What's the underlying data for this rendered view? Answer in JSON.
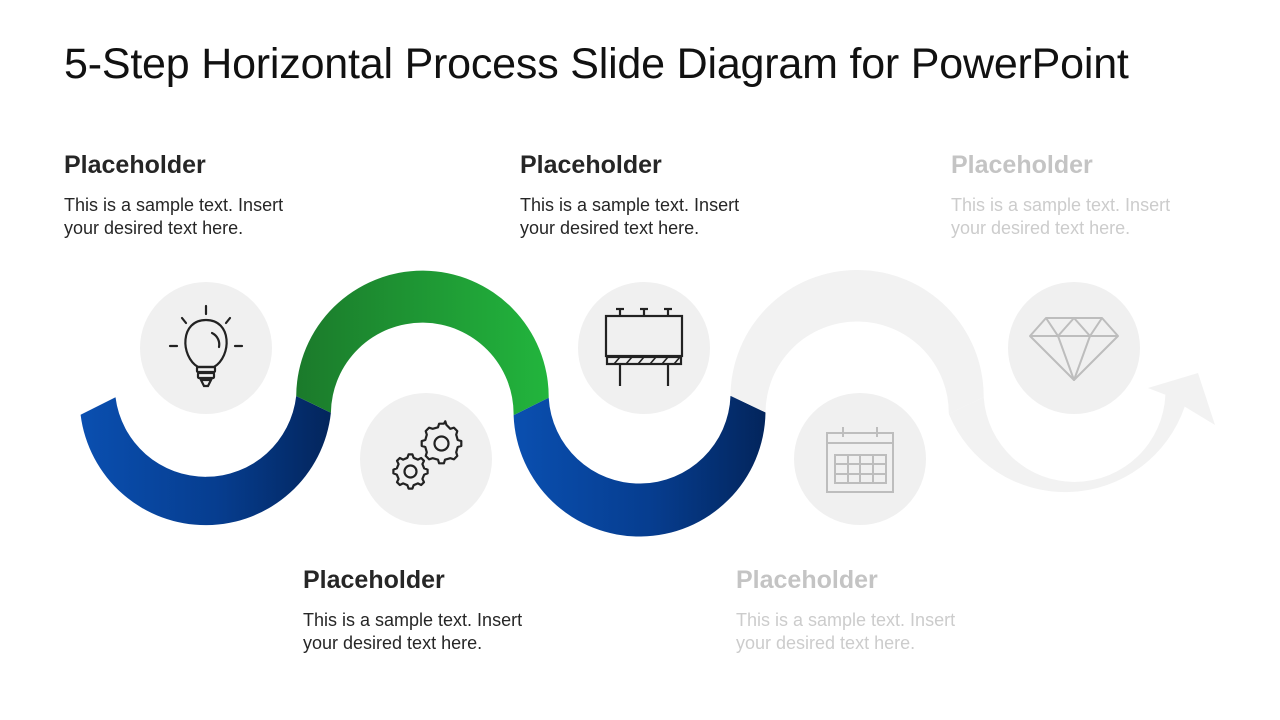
{
  "title": "5-Step Horizontal Process Slide Diagram for PowerPoint",
  "colors": {
    "blue_light": "#0a4fb0",
    "blue_dark": "#03255c",
    "green_dark": "#1b7a2b",
    "green_light": "#22b53d",
    "inactive_track": "#f2f2f2",
    "icon_circle": "#f0f0f0"
  },
  "steps": [
    {
      "heading": "Placeholder",
      "body": "This is a sample text. Insert your desired text here.",
      "icon": "lightbulb-icon",
      "state": "active"
    },
    {
      "heading": "Placeholder",
      "body": "This is a sample text. Insert your desired text here.",
      "icon": "gears-icon",
      "state": "active"
    },
    {
      "heading": "Placeholder",
      "body": "This is a sample text. Insert your desired text here.",
      "icon": "billboard-icon",
      "state": "active"
    },
    {
      "heading": "Placeholder",
      "body": "This is a sample text. Insert your desired text here.",
      "icon": "calendar-icon",
      "state": "inactive"
    },
    {
      "heading": "Placeholder",
      "body": "This is a sample text. Insert your desired text here.",
      "icon": "diamond-icon",
      "state": "inactive"
    }
  ]
}
